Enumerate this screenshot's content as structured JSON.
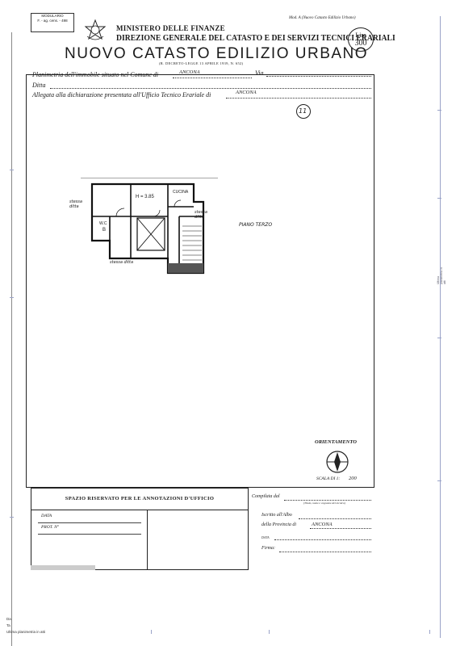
{
  "header": {
    "modulario_line1": "MODULARIO",
    "modulario_line2": "F. - ag. cens. - 498",
    "ministero": "MINISTERO DELLE FINANZE",
    "direzione": "DIREZIONE GENERALE DEL CATASTO E DEI SERVIZI TECNICI ERARIALI",
    "nuovo_catasto": "NUOVO CATASTO EDILIZIO URBANO",
    "decreto": "(R. DECRETO-LEGGE 13 APRILE 1939, N. 652)",
    "mod_a": "Mod. A (Nuovo Catasto Edilizio Urbano)",
    "lire_label": "Lire",
    "lire_value": "300"
  },
  "form": {
    "planimetria_label": "Planimetria dell'immobile situato nel Comune di",
    "comune_value": "ANCONA",
    "via_label": "Via",
    "ditta_label": "Ditta",
    "allegata_label": "Allegata alla dichiarazione presentata all'Ufficio Tecnico Erariale di",
    "ufficio_value": "ANCONA"
  },
  "drawing": {
    "sheet_number": "11",
    "room_h": "H = 3.85",
    "room_cucina": "CUCINA",
    "room_wc": "W.C",
    "room_b": "B",
    "note_left": "stessa ditta",
    "note_right": "stessa ditta",
    "note_bottom": "stessa ditta",
    "piano": "PIANO TERZO"
  },
  "orientamento": {
    "label": "ORIENTAMENTO",
    "scala_label": "SCALA DI 1:",
    "scala_value": "200"
  },
  "office_box": {
    "title": "SPAZIO RISERVATO PER LE ANNOTAZIONI D'UFFICIO",
    "data_label": "DATA",
    "prot_label": "PROT. N°"
  },
  "compilata": {
    "compilata_label": "Compilata dal",
    "compilata_sub": "(Titolo, nome e cognome del tecnico)",
    "iscritto_label": "Iscritto all'Albo",
    "provincia_label": "della Provincia di",
    "provincia_value": "ANCONA",
    "data_label": "DATA",
    "firma_label": "Firma:"
  },
  "side_note": "Ultima planimetria in atti",
  "footer": {
    "line1": "Da",
    "line2": "Ta",
    "line3": "Ultima planimetria in atti"
  }
}
